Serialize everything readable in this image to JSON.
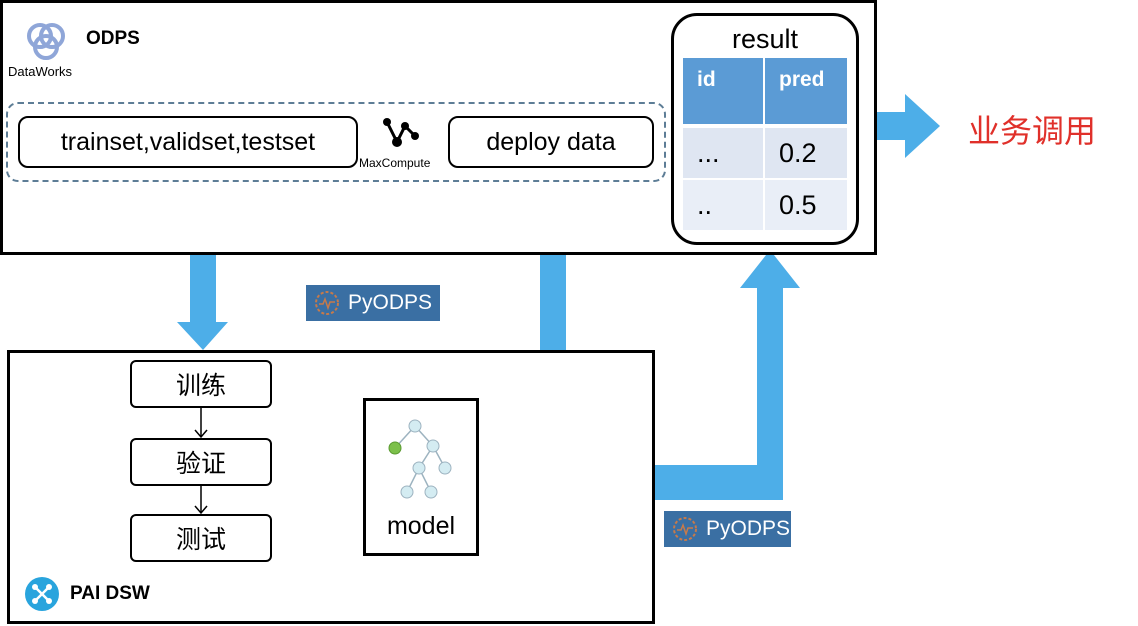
{
  "odps": {
    "title": "ODPS",
    "logo_caption": "DataWorks",
    "data_box_label": "trainset,validset,testset",
    "maxcompute_label": "MaxCompute",
    "deploy_box_label": "deploy data"
  },
  "result": {
    "title": "result",
    "columns": [
      "id",
      "pred"
    ],
    "rows": [
      [
        "...",
        "0.2"
      ],
      [
        "..",
        "0.5"
      ]
    ]
  },
  "business_call": "业务调用",
  "pyodps_badge": "PyODPS",
  "pai": {
    "title": "PAI DSW",
    "steps": [
      "训练",
      "验证",
      "测试"
    ],
    "model_label": "model"
  },
  "colors": {
    "arrow": "#4daee8",
    "table_header": "#5b9bd5",
    "table_row_odd": "#dfe6f2",
    "table_row_even": "#e9eef7",
    "badge": "#3a6fa3",
    "business_text": "#e0302a"
  },
  "icons": [
    "dataworks-logo-icon",
    "maxcompute-icon",
    "pyodps-logo-icon",
    "pai-dsw-logo-icon",
    "tree-model-icon"
  ]
}
